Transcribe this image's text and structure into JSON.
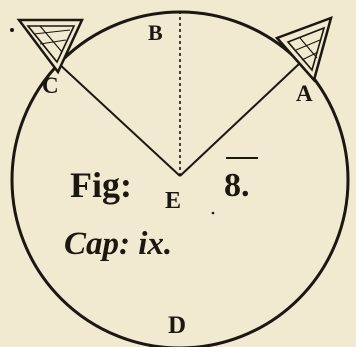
{
  "figure": {
    "points": {
      "A": "A",
      "B": "B",
      "C": "C",
      "D": "D",
      "E": "E"
    },
    "fig_label": "Fig:",
    "fig_number": "8.",
    "caption": "Cap: ix."
  },
  "colors": {
    "paper": "#f2ead0",
    "ink": "#1c1710"
  }
}
